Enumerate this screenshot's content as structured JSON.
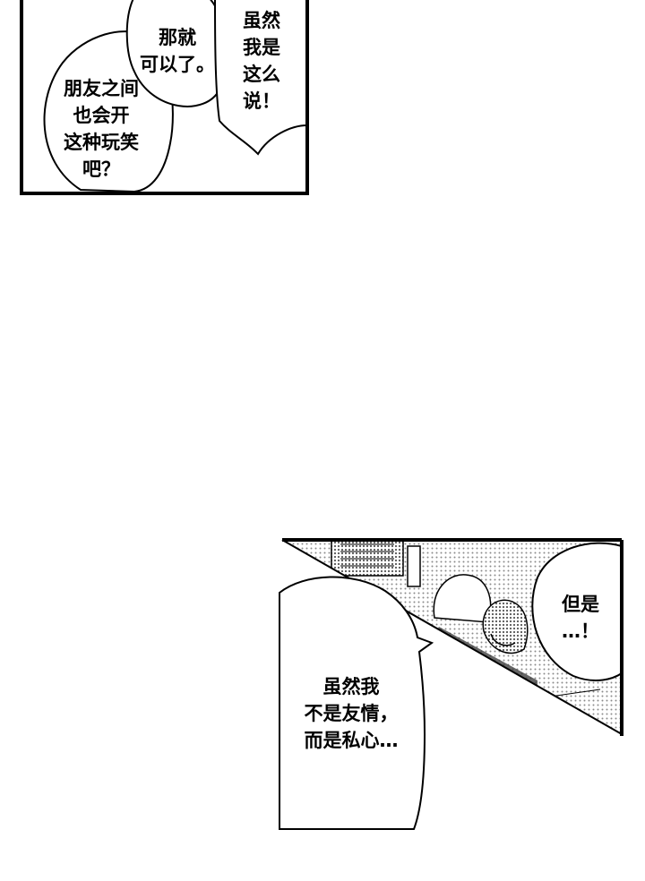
{
  "panel_top": {
    "bubble_left": {
      "lines": [
        "朋友之间",
        "也会开",
        "这种玩笑",
        "吧？"
      ]
    },
    "bubble_middle": {
      "lines": [
        "那就",
        "可以了。"
      ]
    },
    "bubble_right": {
      "lines": [
        "虽然",
        "我是",
        "这么",
        "说！"
      ]
    }
  },
  "panel_bottom": {
    "bubble_right": {
      "lines": [
        "但是",
        "…！"
      ]
    },
    "caption_box": {
      "lines": [
        "虽然我",
        "不是友情，",
        "而是私心…"
      ]
    }
  },
  "colors": {
    "ink": "#000000",
    "paper": "#ffffff",
    "screentone": "#9a9a9a"
  }
}
